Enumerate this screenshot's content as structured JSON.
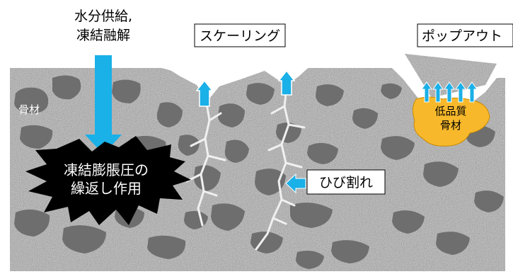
{
  "labels": {
    "water_supply": "水分供給,",
    "freeze_thaw": "凍結融解",
    "scaling": "スケーリング",
    "popout": "ポップアウト",
    "aggregate": "骨材",
    "low_quality_line1": "低品質",
    "low_quality_line2": "骨材",
    "pressure_line1": "凍結膨脹圧の",
    "pressure_line2": "繰返し作用",
    "crack": "ひび割れ"
  },
  "colors": {
    "concrete": "#a9a9a9",
    "aggregate": "#6e6e6e",
    "arrow": "#1ab0e8",
    "low_quality_aggregate": "#f7b92b",
    "burst": "#000000",
    "crack_line": "#f0f0f0"
  }
}
